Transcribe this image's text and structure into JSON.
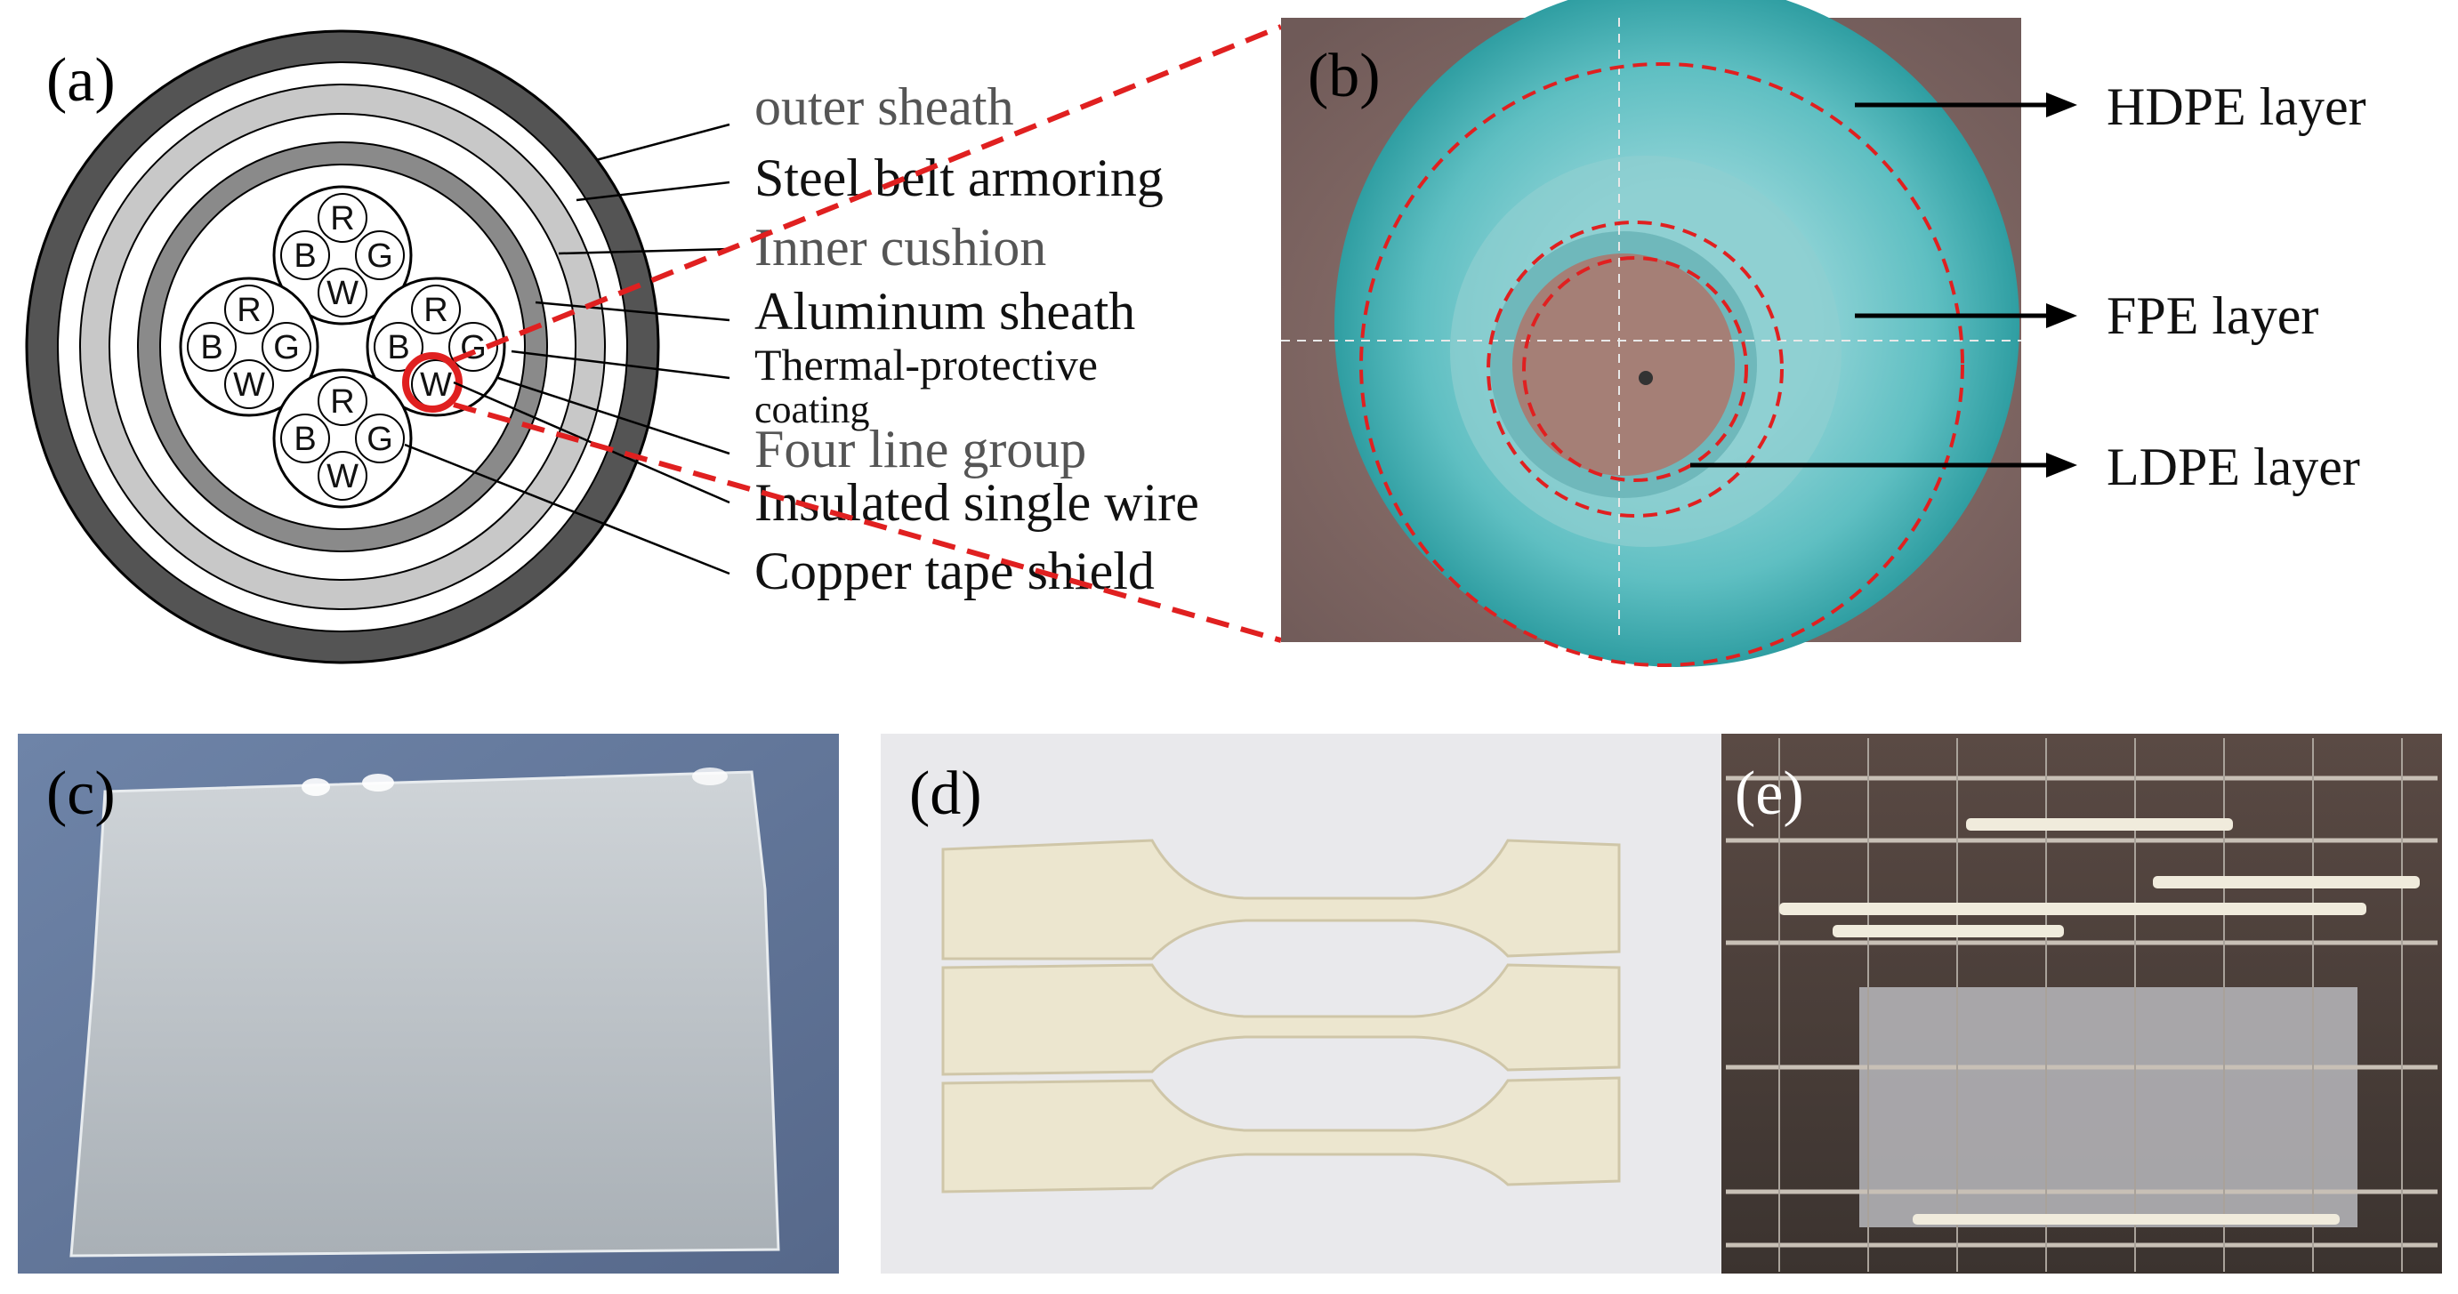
{
  "panel_a": {
    "label": "(a)",
    "callouts": {
      "outer_sheath": "outer sheath",
      "steel_belt": "Steel belt armoring",
      "inner_cushion": "Inner cushion",
      "aluminum_sheath": "Aluminum sheath",
      "thermal_line1": "Thermal-protective",
      "thermal_line2": "coating",
      "four_line_group": "Four line group",
      "insulated_wire": "Insulated single wire",
      "copper_tape": "Copper tape shield"
    },
    "wire_letters": {
      "r": "R",
      "b": "B",
      "g": "G",
      "w": "W"
    }
  },
  "panel_b": {
    "label": "(b)",
    "callouts": {
      "hdpe": "HDPE layer",
      "fpe": "FPE layer",
      "ldpe": "LDPE layer"
    }
  },
  "panel_c": {
    "label": "(c)"
  },
  "panel_d": {
    "label": "(d)"
  },
  "panel_e": {
    "label": "(e)"
  },
  "colors": {
    "outer_sheath": "#545454",
    "steel_belt": "#c8c8c8",
    "aluminum": "#8a8a8a",
    "highlight_red": "#e02020",
    "hdpe_teal": "#3aa7a9",
    "photo_brown": "#8a6f6a"
  }
}
